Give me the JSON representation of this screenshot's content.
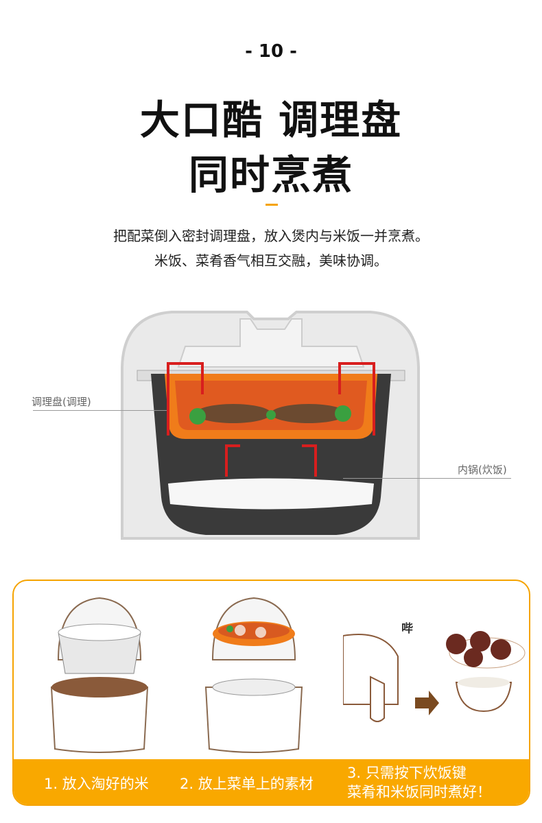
{
  "page_number": "- 10 -",
  "title": {
    "line1": "大口酷 调理盘",
    "line2": "同时烹煮"
  },
  "description": {
    "line1": "把配菜倒入密封调理盘，放入煲内与米饭一并烹煮。",
    "line2": "米饭、菜肴香气相互交融，美味协调。"
  },
  "diagram": {
    "label_tray": "调理盘(调理)",
    "label_pot": "内锅(炊饭)"
  },
  "steps": {
    "sound": "哔",
    "step1": "1. 放入淘好的米",
    "step2": "2. 放上菜单上的素材",
    "step3_line1": "3. 只需按下炊饭键",
    "step3_line2": "菜肴和米饭同时煮好！"
  },
  "colors": {
    "accent": "#f9a800",
    "arrow": "#d81e1e",
    "tray": "#f07c1a"
  }
}
